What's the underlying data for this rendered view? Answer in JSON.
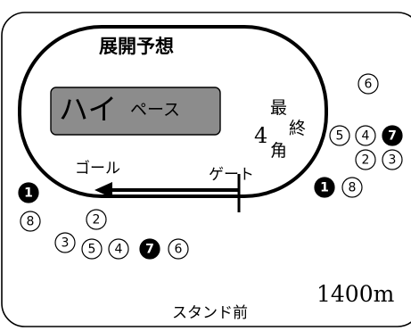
{
  "title": "展開予想",
  "pace": {
    "main": "ハイ",
    "suffix": "ペース"
  },
  "corner": {
    "char1": "最",
    "char2": "終",
    "number": "4",
    "char3": "角"
  },
  "labels": {
    "goal": "ゴール",
    "gate": "ゲート",
    "stand": "スタンド前"
  },
  "distance": "1400m",
  "horses": [
    {
      "id": "h6a",
      "num": "6",
      "filled": false
    },
    {
      "id": "h5a",
      "num": "5",
      "filled": false
    },
    {
      "id": "h4a",
      "num": "4",
      "filled": false
    },
    {
      "id": "h7a",
      "num": "7",
      "filled": true
    },
    {
      "id": "h2a",
      "num": "2",
      "filled": false
    },
    {
      "id": "h3a",
      "num": "3",
      "filled": false
    },
    {
      "id": "h1a",
      "num": "1",
      "filled": true
    },
    {
      "id": "h8a",
      "num": "8",
      "filled": false
    },
    {
      "id": "h1b",
      "num": "1",
      "filled": true
    },
    {
      "id": "h8b",
      "num": "8",
      "filled": false
    },
    {
      "id": "h2b",
      "num": "2",
      "filled": false
    },
    {
      "id": "h3b",
      "num": "3",
      "filled": false
    },
    {
      "id": "h5b",
      "num": "5",
      "filled": false
    },
    {
      "id": "h4b",
      "num": "4",
      "filled": false
    },
    {
      "id": "h7b",
      "num": "7",
      "filled": true
    },
    {
      "id": "h6b",
      "num": "6",
      "filled": false
    }
  ]
}
